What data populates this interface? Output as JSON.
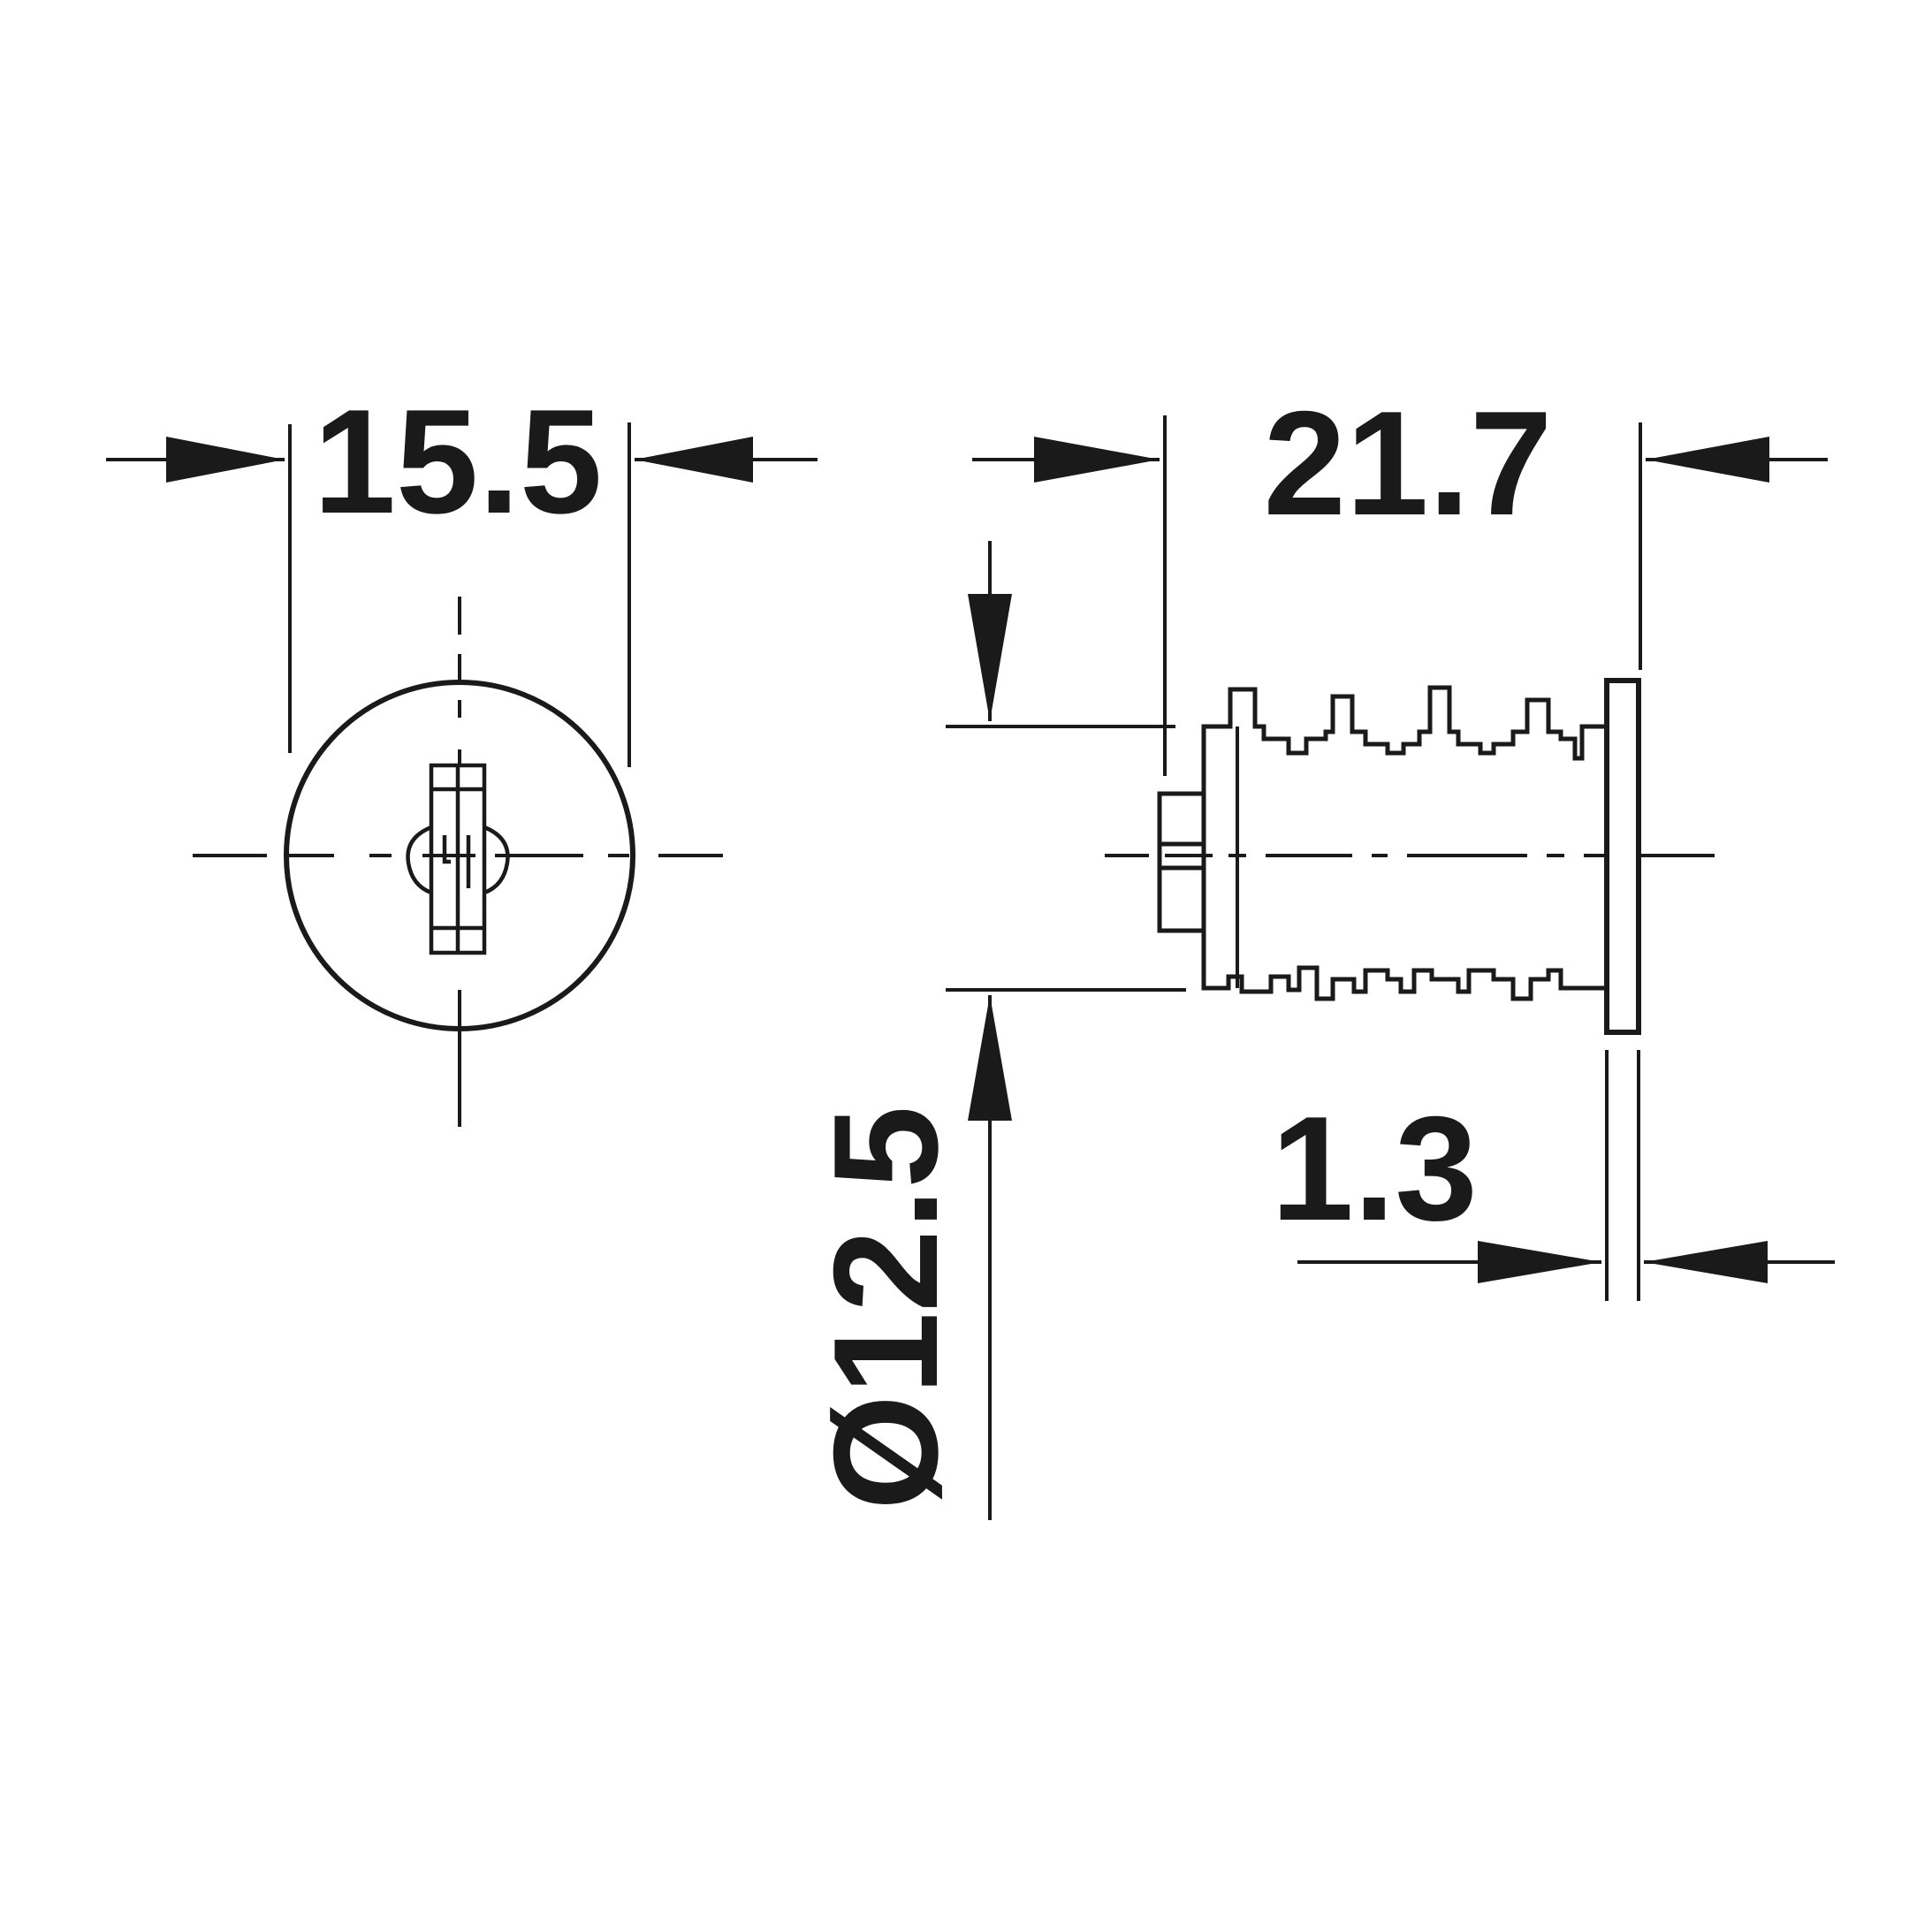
{
  "drawing": {
    "type": "technical-drawing",
    "subject": "lock-cylinder",
    "line_color": "#1a1a1a",
    "background_color": "#ffffff",
    "views": [
      "front-view",
      "side-view"
    ]
  },
  "dimensions": {
    "front_width": {
      "label": "15.5",
      "value": 15.5
    },
    "body_length": {
      "label": "21.7",
      "value": 21.7
    },
    "flange_thickness": {
      "label": "1.3",
      "value": 1.3
    },
    "diameter": {
      "label": "Ø12.5",
      "value": 12.5
    }
  }
}
